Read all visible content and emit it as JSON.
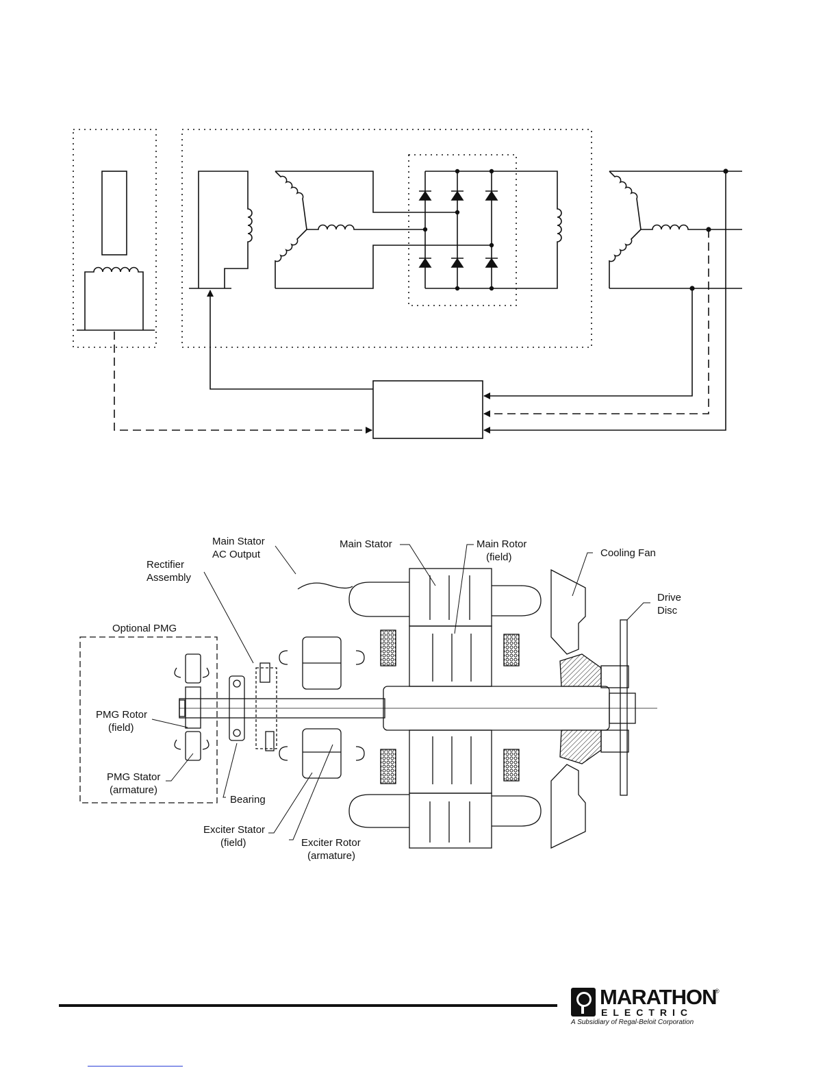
{
  "cutaway_labels": {
    "main_stator_ac_output": [
      "Main Stator",
      "AC Output"
    ],
    "rectifier_assembly": [
      "Rectifier",
      "Assembly"
    ],
    "main_stator": "Main Stator",
    "main_rotor": [
      "Main Rotor",
      "(field)"
    ],
    "cooling_fan": "Cooling Fan",
    "drive_disc": [
      "Drive",
      "Disc"
    ],
    "optional_pmg": "Optional PMG",
    "pmg_rotor": [
      "PMG Rotor",
      "(field)"
    ],
    "pmg_stator": [
      "PMG Stator",
      "(armature)"
    ],
    "bearing": "Bearing",
    "exciter_stator": [
      "Exciter Stator",
      "(field)"
    ],
    "exciter_rotor": [
      "Exciter Rotor",
      "(armature)"
    ]
  },
  "logo": {
    "word1": "MARATHON",
    "word2": "ELECTRIC",
    "registered": "®",
    "subtitle": "A Subsidiary of Regal-Beloit Corporation"
  }
}
